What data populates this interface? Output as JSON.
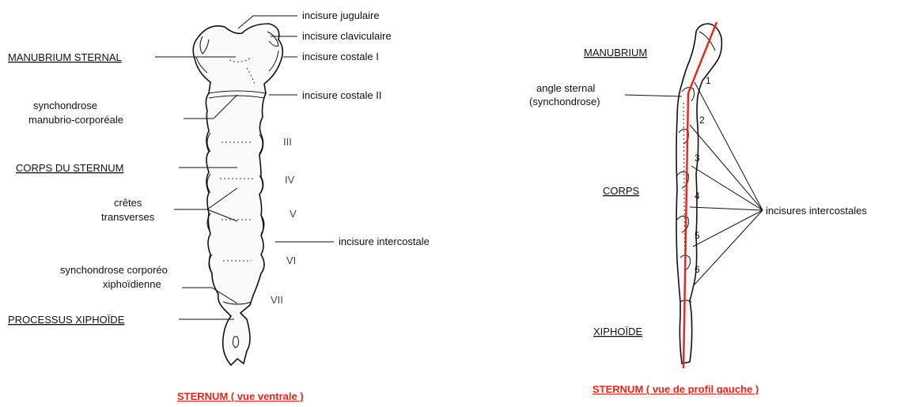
{
  "ventral": {
    "title": "STERNUM ( vue ventrale )",
    "labels": {
      "incisure_jugulaire": "incisure jugulaire",
      "incisure_claviculaire": "incisure claviculaire",
      "incisure_costale_1": "incisure costale I",
      "incisure_costale_2": "incisure costale II",
      "manubrium_sternal": "MANUBRIUM STERNAL",
      "synchondrose_line1": "synchondrose",
      "synchondrose_line2": "manubrio-corporéale",
      "corps_du_sternum": "CORPS DU STERNUM",
      "cretes_line1": "crêtes",
      "cretes_line2": "transverses",
      "incisure_intercostale": "incisure intercostale",
      "synchondrose_xiph_line1": "synchondrose corporéo",
      "synchondrose_xiph_line2": "xiphoïdienne",
      "processus_xiphoide": "PROCESSUS XIPHOÏDE"
    },
    "roman_numerals": [
      "III",
      "IV",
      "V",
      "VI",
      "VII"
    ]
  },
  "profile": {
    "title": "STERNUM ( vue de profil gauche )",
    "labels": {
      "manubrium": "MANUBRIUM",
      "angle_line1": "angle sternal",
      "angle_line2": "(synchondrose)",
      "corps": "CORPS",
      "xiphoide": "XIPHOÏDE",
      "incisures_intercostales": "incisures intercostales"
    },
    "numbers": [
      "1",
      "2",
      "3",
      "4",
      "5",
      "6"
    ]
  },
  "colors": {
    "accent": "#e8241c",
    "ink": "#111111"
  }
}
